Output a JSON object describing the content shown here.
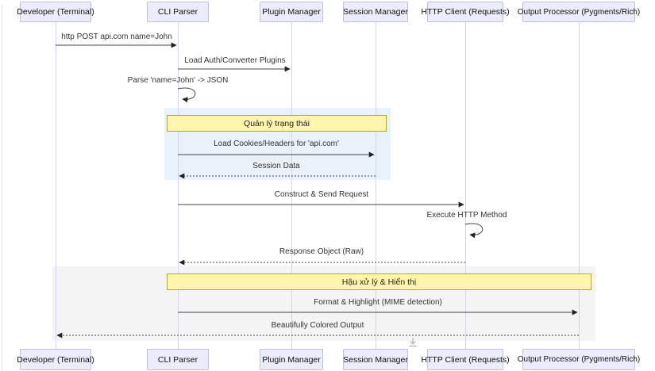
{
  "diagram": {
    "type": "sequence-diagram",
    "participants": [
      {
        "id": "developer",
        "label": "Developer (Terminal)"
      },
      {
        "id": "cli",
        "label": "CLI Parser"
      },
      {
        "id": "plugin",
        "label": "Plugin Manager"
      },
      {
        "id": "session",
        "label": "Session Manager"
      },
      {
        "id": "http",
        "label": "HTTP Client (Requests)"
      },
      {
        "id": "output",
        "label": "Output Processor (Pygments/Rich)"
      }
    ],
    "messages": [
      {
        "text": "http POST api.com name=John",
        "from": "developer",
        "to": "cli",
        "style": "solid"
      },
      {
        "text": "Load Auth/Converter Plugins",
        "from": "cli",
        "to": "plugin",
        "style": "solid"
      },
      {
        "text": "Parse 'name=John' -> JSON",
        "from": "cli",
        "to": "cli",
        "style": "self"
      },
      {
        "text": "Load Cookies/Headers for 'api.com'",
        "from": "cli",
        "to": "session",
        "style": "solid"
      },
      {
        "text": "Session Data",
        "from": "session",
        "to": "cli",
        "style": "dashed"
      },
      {
        "text": "Construct & Send Request",
        "from": "cli",
        "to": "http",
        "style": "solid"
      },
      {
        "text": "Execute HTTP Method",
        "from": "http",
        "to": "http",
        "style": "self"
      },
      {
        "text": "Response Object (Raw)",
        "from": "http",
        "to": "cli",
        "style": "dashed"
      },
      {
        "text": "Format & Highlight (MIME detection)",
        "from": "cli",
        "to": "output",
        "style": "solid"
      },
      {
        "text": "Beautifully Colored Output",
        "from": "output",
        "to": "developer",
        "style": "dashed"
      }
    ],
    "notes": [
      {
        "text": "Quản lý trạng thái",
        "over": [
          "cli",
          "session"
        ]
      },
      {
        "text": "Hậu xử lý & Hiển thị",
        "over": [
          "cli",
          "output"
        ]
      }
    ],
    "highlight_regions": [
      {
        "color": "#e9f2fa",
        "name": "state-management-region"
      },
      {
        "color": "#f4f4f4",
        "name": "post-processing-region"
      }
    ],
    "colors": {
      "actor_fill": "#ECECFF",
      "actor_border": "#bfbfd9",
      "lifeline": "#d5d5ea",
      "note_fill": "#fff5ad",
      "note_border": "#a9a93a",
      "message_line": "#444444",
      "message_text": "#333333"
    },
    "icons": [
      {
        "name": "download-icon"
      }
    ]
  }
}
